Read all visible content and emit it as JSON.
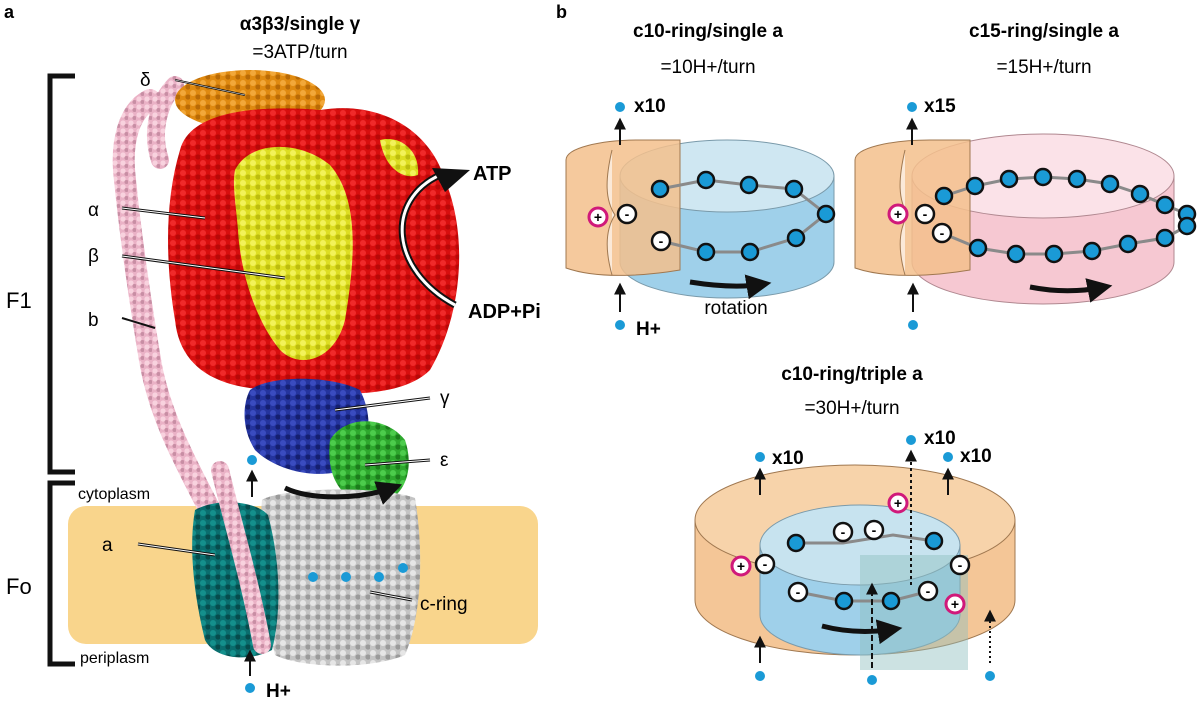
{
  "panel_a": {
    "letter": "a",
    "title_line1": "α3β3/single γ",
    "title_line2": "=3ATP/turn",
    "f1": "F1",
    "fo": "Fo",
    "subunits": {
      "delta": "δ",
      "alpha": "α",
      "beta": "β",
      "b": "b",
      "gamma": "γ",
      "epsilon": "ε",
      "a": "a",
      "c_ring": "c-ring"
    },
    "atp": "ATP",
    "adp_pi": "ADP+Pi",
    "cytoplasm": "cytoplasm",
    "periplasm": "periplasm",
    "proton": "H+",
    "colors": {
      "membrane": "#f9d58c",
      "alpha": "#e01010",
      "beta": "#e4e42a",
      "delta": "#e08a10",
      "gamma": "#2233a0",
      "epsilon": "#30b030",
      "b_subunit": "#f0b8cc",
      "a_subunit": "#0a7070",
      "c_ring": "#c8c8c8",
      "proton_dot": "#1a9ad6"
    }
  },
  "panel_b": {
    "letter": "b",
    "c10_single": {
      "title": "c10-ring/single a",
      "subtitle": "=10H+/turn",
      "count": "x10",
      "proton": "H+",
      "rotation": "rotation"
    },
    "c15_single": {
      "title": "c15-ring/single a",
      "subtitle": "=15H+/turn",
      "count": "x15"
    },
    "c10_triple": {
      "title": "c10-ring/triple a",
      "subtitle": "=30H+/turn",
      "count_left": "x10",
      "count_mid": "x10",
      "count_right": "x10"
    },
    "colors": {
      "c10_ring": "#9fd0ea",
      "c15_ring": "#f6c8d2",
      "a_subunit": "#f3c08c",
      "plus_ring": "#d0197a",
      "proton_dot": "#1a9ad6"
    }
  }
}
